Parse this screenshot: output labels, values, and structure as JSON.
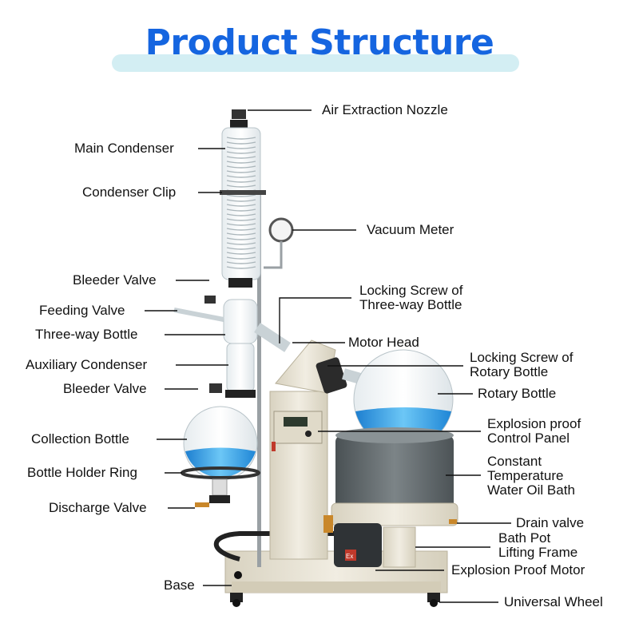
{
  "title": "Product Structure",
  "labels": {
    "air_extraction_nozzle": "Air Extraction Nozzle",
    "main_condenser": "Main Condenser",
    "condenser_clip": "Condenser Clip",
    "vacuum_meter": "Vacuum Meter",
    "bleeder_valve_top": "Bleeder Valve",
    "locking_screw_three_way": "Locking Screw of\nThree-way Bottle",
    "feeding_valve": "Feeding Valve",
    "three_way_bottle": "Three-way Bottle",
    "motor_head": "Motor Head",
    "auxiliary_condenser": "Auxiliary Condenser",
    "locking_screw_rotary": "Locking Screw of\nRotary Bottle",
    "bleeder_valve_bottom": "Bleeder Valve",
    "rotary_bottle": "Rotary Bottle",
    "collection_bottle": "Collection Bottle",
    "explosion_proof_control_panel": "Explosion proof\nControl Panel",
    "bottle_holder_ring": "Bottle Holder Ring",
    "constant_temperature_bath": "Constant\nTemperature\nWater Oil Bath",
    "discharge_valve": "Discharge Valve",
    "drain_valve": "Drain valve",
    "bath_pot_lifting_frame": "Bath Pot\nLifting Frame",
    "explosion_proof_motor": "Explosion Proof Motor",
    "base": "Base",
    "universal_wheel": "Universal Wheel"
  },
  "panel_badge": "Ex",
  "colors": {
    "title": "#1565e0",
    "title_bar": "#d3eef3",
    "liquid": "#3aa6e8",
    "frame": "#e6e1d2",
    "bath": "#5f6669"
  }
}
